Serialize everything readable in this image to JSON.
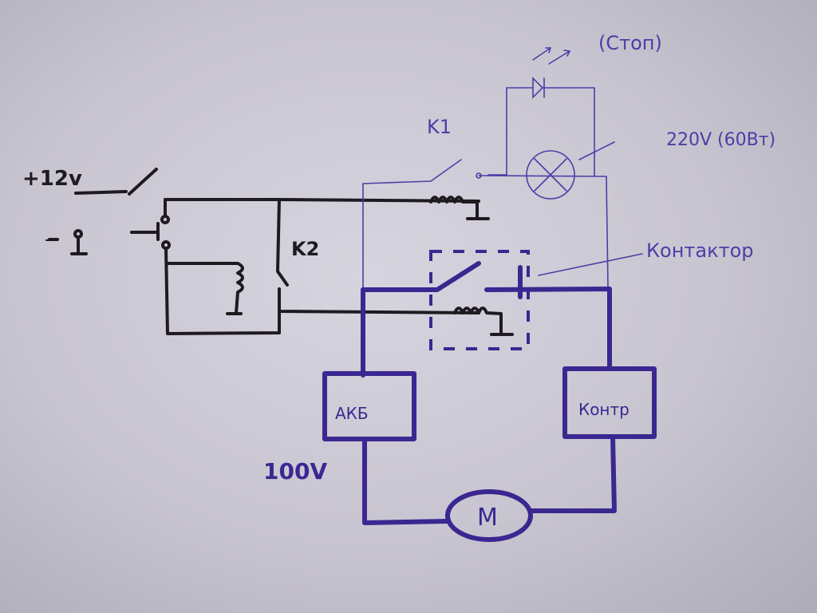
{
  "labels": {
    "plus12v": "+12v",
    "minus": "-",
    "k1": "K1",
    "k2": "K2",
    "stop": "(Стоп)",
    "lamp": "220V (60Вт)",
    "contactor": "Контактор",
    "battery": "АКБ",
    "controller": "Контр",
    "voltage100": "100V",
    "motor": "M"
  },
  "colors": {
    "marker_black": "#1f1a20",
    "marker_purple": "#3b2790",
    "pen_blue": "#4b3ea6"
  }
}
